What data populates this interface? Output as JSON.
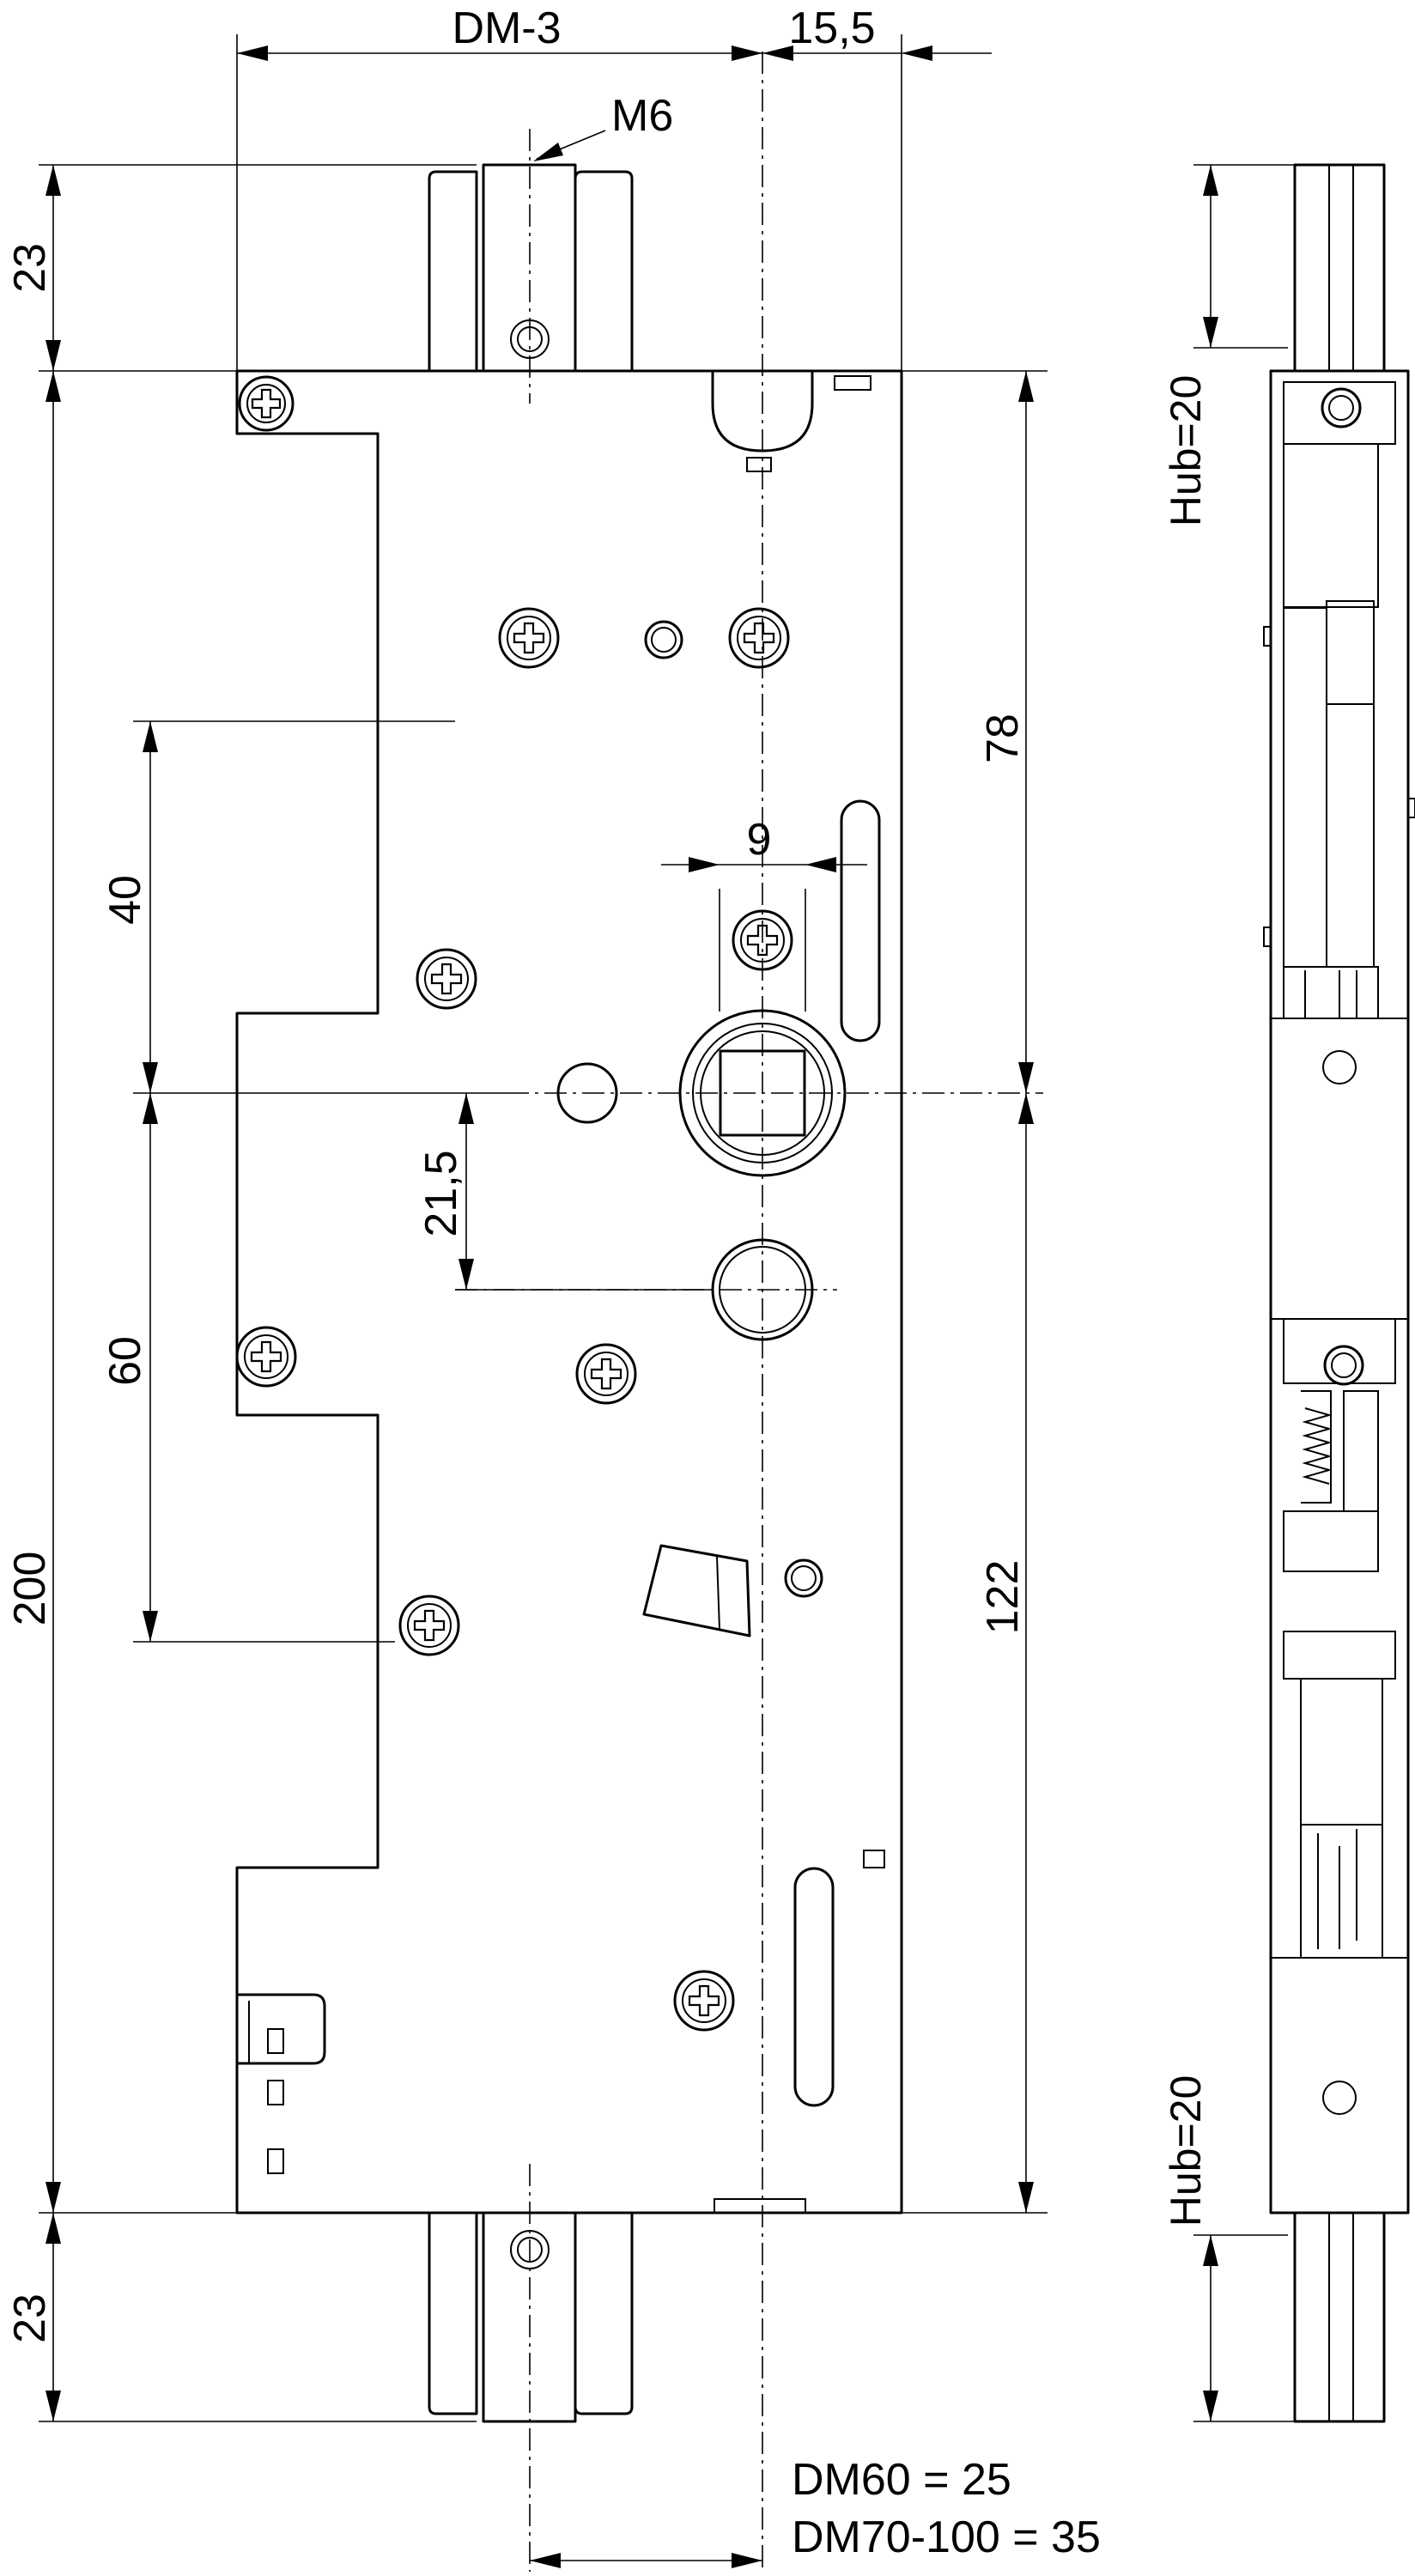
{
  "dimensions": {
    "top_dm": "DM-3",
    "top_offset": "15,5",
    "thread": "M6",
    "top_bolt": "23",
    "bottom_bolt": "23",
    "overall_height": "200",
    "upper_to_spindle": "40",
    "lower_from_spindle": "60",
    "backset_top": "78",
    "backset_bottom": "122",
    "spindle_square": "9",
    "cylinder_distance": "21,5",
    "hub_top": "Hub=20",
    "hub_bottom": "Hub=20"
  },
  "footnote": {
    "line1": "DM60 = 25",
    "line2": "DM70-100 = 35"
  }
}
